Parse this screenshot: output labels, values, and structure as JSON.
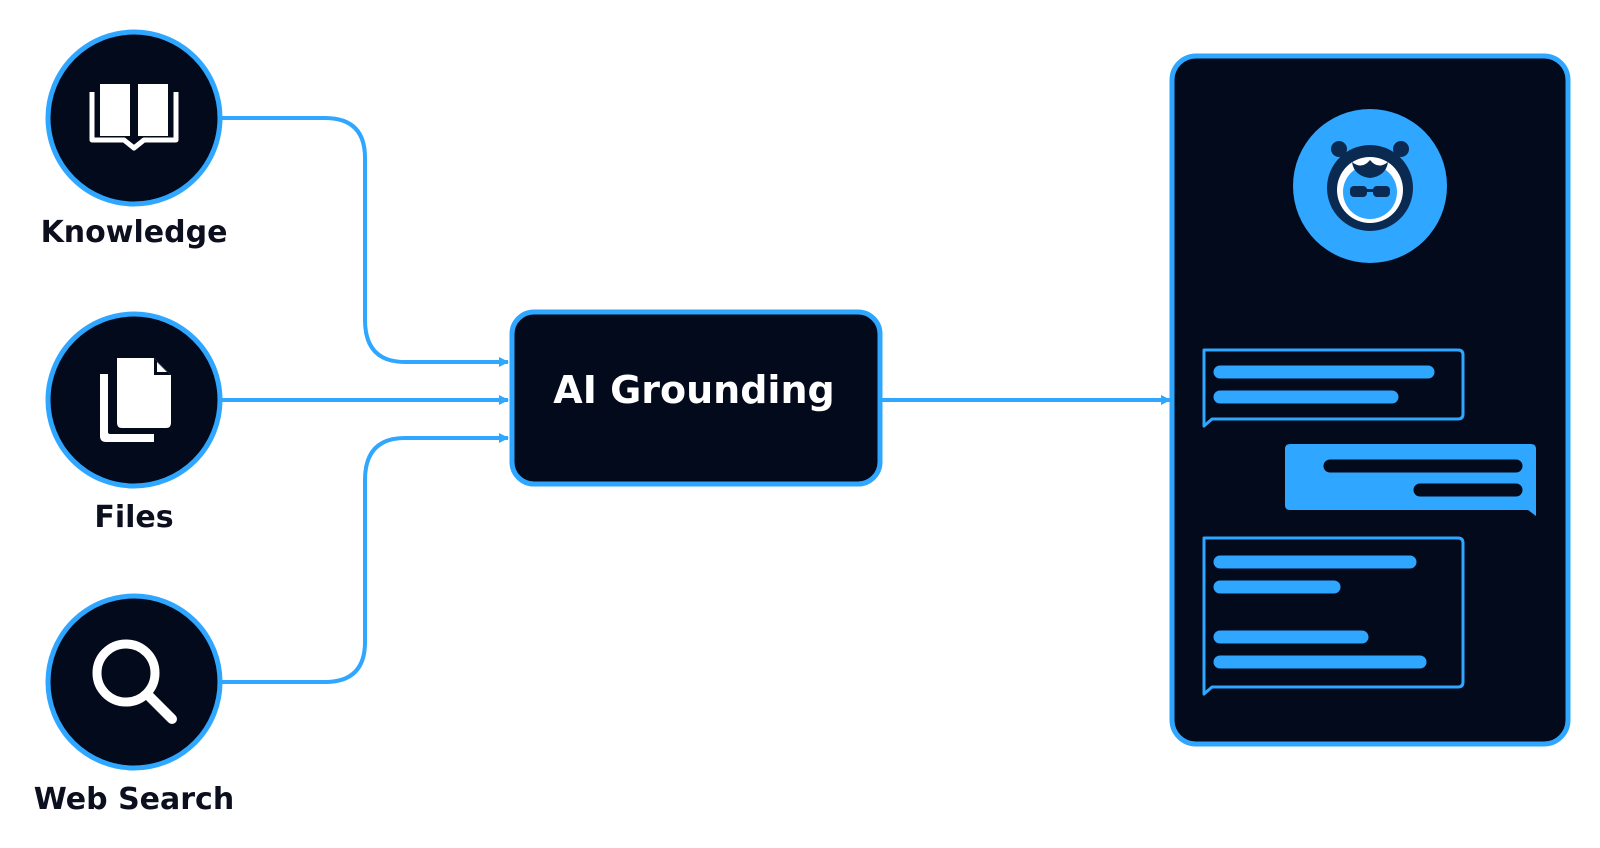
{
  "sources": [
    {
      "label": "Knowledge",
      "icon": "book-icon"
    },
    {
      "label": "Files",
      "icon": "files-icon"
    },
    {
      "label": "Web Search",
      "icon": "search-icon"
    }
  ],
  "hub": {
    "label": "AI Grounding"
  },
  "chat_panel": {
    "avatar_icon": "agent-mascot-icon",
    "messages": [
      {
        "side": "left",
        "style": "outline",
        "line_count": 2
      },
      {
        "side": "right",
        "style": "filled",
        "line_count": 2
      },
      {
        "side": "left",
        "style": "outline",
        "line_count": 4
      }
    ]
  },
  "colors": {
    "accent": "#2fa6ff",
    "dark": "#030a1c",
    "text": "#0b0f1e",
    "white": "#ffffff"
  }
}
